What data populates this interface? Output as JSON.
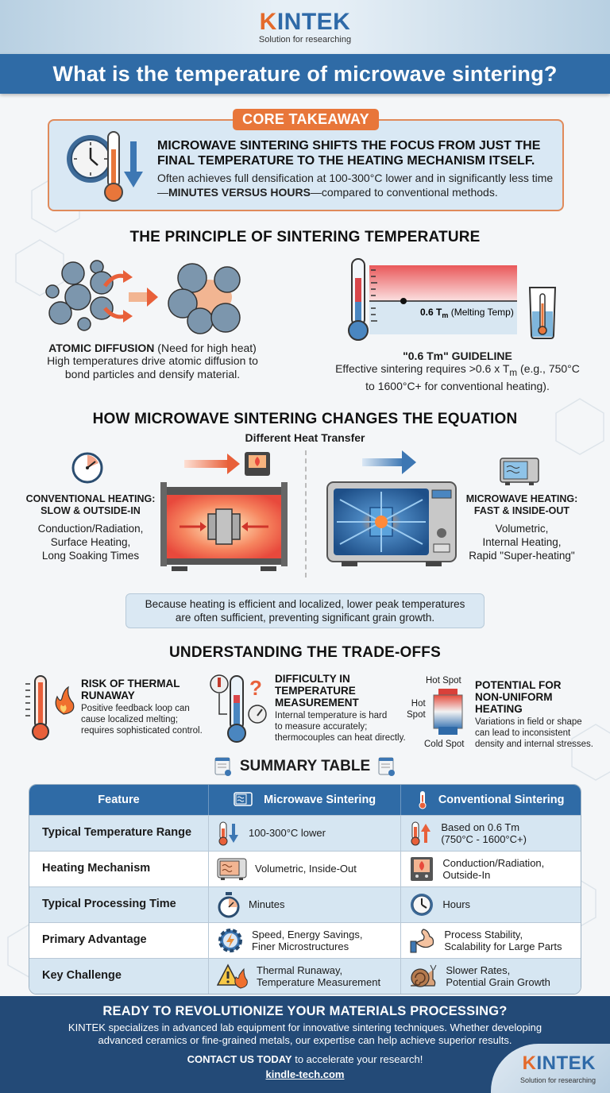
{
  "brand": {
    "logo_k": "K",
    "logo_rest": "INTEK",
    "tagline": "Solution for researching",
    "colors": {
      "primary": "#2f6ba6",
      "accent": "#e8763a",
      "dark": "#234a77"
    }
  },
  "title": "What is the temperature of microwave sintering?",
  "core": {
    "badge": "CORE TAKEAWAY",
    "icon": "clock-thermometer-down-arrow-icon",
    "headline": "MICROWAVE SINTERING SHIFTS THE FOCUS FROM JUST THE FINAL TEMPERATURE TO THE HEATING MECHANISM ITSELF.",
    "body_pre": "Often achieves full densification at 100-300°C lower and in significantly less time—",
    "body_bold": "MINUTES VERSUS HOURS",
    "body_post": "—compared to conventional methods."
  },
  "principle": {
    "heading": "THE PRINCIPLE OF SINTERING TEMPERATURE",
    "left": {
      "icon": "particle-diffusion-icon",
      "title_bold": "ATOMIC DIFFUSION",
      "title_normal": " (Need for high heat)",
      "body": "High temperatures drive atomic diffusion to bond particles and densify material."
    },
    "right": {
      "icon": "thermometer-melting-chart-icon",
      "chart_label_bold": "0.6 T",
      "chart_label_sub": "m",
      "chart_label_normal": " (Melting Temp)",
      "title": "\"0.6 Tm\" GUIDELINE",
      "body_pre": "Effective sintering requires >0.6 x T",
      "body_sub": "m",
      "body_post": " (e.g., 750°C to 1600°C+ for conventional heating)."
    }
  },
  "heating": {
    "heading": "HOW MICROWAVE SINTERING CHANGES THE EQUATION",
    "subheading": "Different Heat Transfer",
    "conventional": {
      "label_1": "CONVENTIONAL HEATING:",
      "label_2": "SLOW & OUTSIDE-IN",
      "desc_1": "Conduction/Radiation,",
      "desc_2": "Surface Heating,",
      "desc_3": "Long Soaking Times"
    },
    "microwave": {
      "label_1": "MICROWAVE HEATING:",
      "label_2": "FAST & INSIDE-OUT",
      "desc_1": "Volumetric,",
      "desc_2": "Internal Heating,",
      "desc_3": "Rapid \"Super-heating\""
    },
    "note_1": "Because heating is efficient and localized, lower peak temperatures",
    "note_2": "are often sufficient, preventing significant grain growth."
  },
  "tradeoffs": {
    "heading": "UNDERSTANDING THE TRADE-OFFS",
    "items": [
      {
        "icon": "thermometer-flame-icon",
        "title_1": "RISK OF THERMAL",
        "title_2": "RUNAWAY",
        "body_1": "Positive feedback loop can",
        "body_2": "cause localized melting;",
        "body_3": "requires sophisticated control."
      },
      {
        "icon": "thermometer-question-gauge-icon",
        "title_1": "DIFFICULTY IN",
        "title_2": "TEMPERATURE",
        "title_3": "MEASUREMENT",
        "body_1": "Internal temperature is hard",
        "body_2": "to measure accurately;",
        "body_3": "thermocouples can heat directly."
      },
      {
        "icon": "hot-cold-spot-icon",
        "hot_top": "Hot Spot",
        "hot_side_1": "Hot",
        "hot_side_2": "Spot",
        "cold": "Cold Spot",
        "title_1": "POTENTIAL FOR",
        "title_2": "NON-UNIFORM",
        "title_3": "HEATING",
        "body_1": "Variations in field or shape",
        "body_2": "can lead to inconsistent",
        "body_3": "density and internal stresses."
      }
    ]
  },
  "summary": {
    "heading": "SUMMARY TABLE",
    "columns": [
      "Feature",
      "Microwave Sintering",
      "Conventional Sintering"
    ],
    "rows": [
      {
        "feature": "Typical Temperature Range",
        "mw_icon": "thermometer-down-icon",
        "mw_1": "100-300°C lower",
        "mw_2": "",
        "cv_icon": "thermometer-up-icon",
        "cv_1": "Based on 0.6 Tm",
        "cv_2": "(750°C - 1600°C+)"
      },
      {
        "feature": "Heating Mechanism",
        "mw_icon": "microwave-oven-icon",
        "mw_1": "Volumetric, Inside-Out",
        "mw_2": "",
        "cv_icon": "furnace-icon",
        "cv_1": "Conduction/Radiation,",
        "cv_2": "Outside-In"
      },
      {
        "feature": "Typical Processing Time",
        "mw_icon": "stopwatch-icon",
        "mw_1": "Minutes",
        "mw_2": "",
        "cv_icon": "clock-icon",
        "cv_1": "Hours",
        "cv_2": ""
      },
      {
        "feature": "Primary Advantage",
        "mw_icon": "gear-lightning-icon",
        "mw_1": "Speed, Energy Savings,",
        "mw_2": "Finer Microstructures",
        "cv_icon": "flexed-arm-icon",
        "cv_1": "Process Stability,",
        "cv_2": "Scalability for Large Parts"
      },
      {
        "feature": "Key Challenge",
        "mw_icon": "warning-flame-icon",
        "mw_1": "Thermal Runaway,",
        "mw_2": "Temperature Measurement",
        "cv_icon": "snail-icon",
        "cv_1": "Slower Rates,",
        "cv_2": "Potential Grain Growth"
      }
    ]
  },
  "footer": {
    "heading": "READY TO REVOLUTIONIZE YOUR MATERIALS PROCESSING?",
    "body_1": "KINTEK specializes in advanced lab equipment for innovative sintering techniques. Whether developing",
    "body_2": "advanced ceramics or fine-grained metals, our expertise can help achieve superior results.",
    "cta_bold": "CONTACT US TODAY",
    "cta_rest": " to accelerate your research!",
    "link": "kindle-tech.com"
  }
}
